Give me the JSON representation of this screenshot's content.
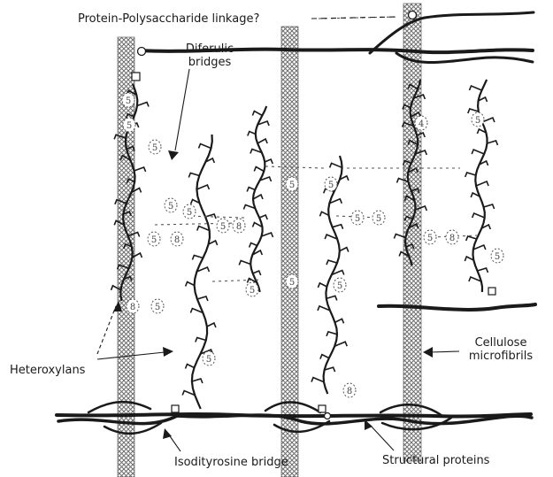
{
  "labels": {
    "protein_polysaccharide_linkage": "Protein-Polysaccharide linkage?",
    "diferulic_line1": "Diferulic",
    "diferulic_line2": "bridges",
    "heteroxylans": "Heteroxylans",
    "cellulose_line1": "Cellulose",
    "cellulose_line2": "microfibrils",
    "isodityrosine_bridge": "Isodityrosine bridge",
    "structural_proteins": "Structural proteins"
  },
  "ferulic_marker_labels": [
    "5",
    "5",
    "5",
    "5",
    "5",
    "5",
    "8",
    "5",
    "8",
    "5",
    "8",
    "5",
    "5",
    "5",
    "5",
    "5",
    "5",
    "8",
    "5",
    "8",
    "4",
    "5",
    "5",
    "5",
    "5"
  ],
  "colors": {
    "ink": "#1a1a1a",
    "hatch": "#6e6e6e",
    "background": "#ffffff"
  }
}
